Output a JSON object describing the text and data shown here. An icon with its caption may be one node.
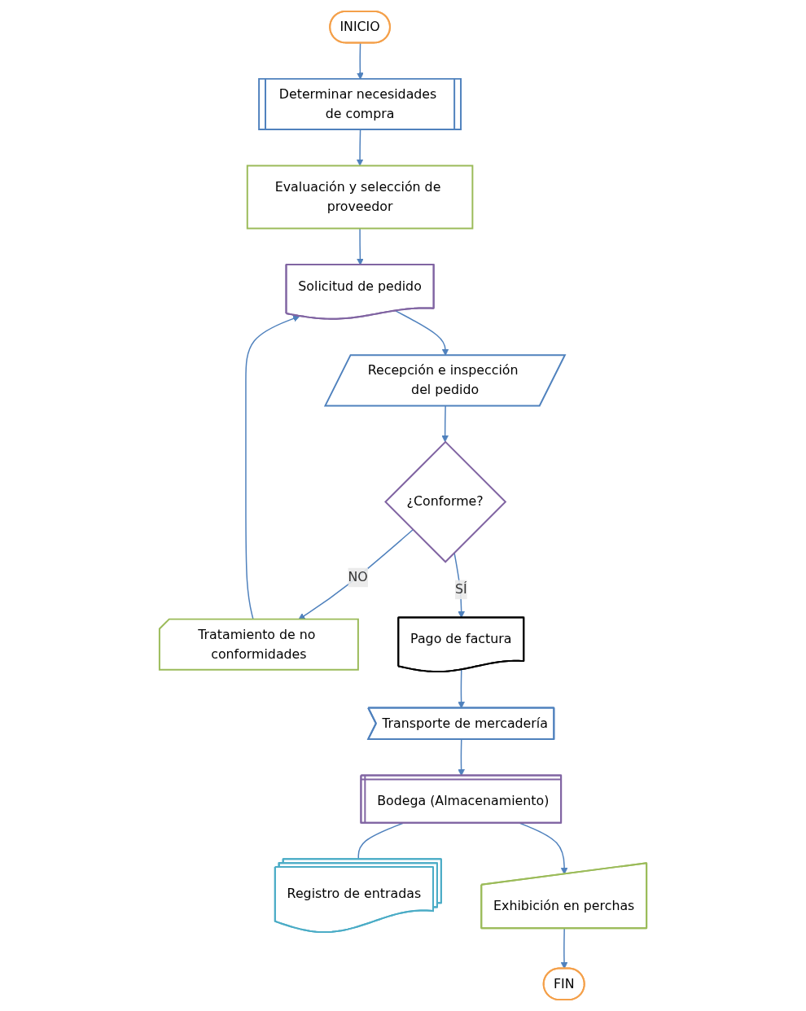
{
  "diagram": {
    "nodes": [
      {
        "text": [
          "INICIO"
        ]
      },
      {
        "text": [
          "Determinar necesidades de compra"
        ]
      },
      {
        "text": [
          "Evaluación y selección de proveedor"
        ]
      },
      {
        "text": [
          "Solicitud de pedido"
        ]
      },
      {
        "text": [
          "Recepción e inspección del pedido"
        ]
      },
      {
        "text": [
          "¿Conforme?"
        ]
      },
      {
        "text": [
          "Tratamiento de no conformidades"
        ]
      },
      {
        "text": [
          "Pago de factura"
        ]
      },
      {
        "text": [
          "Transporte de mercadería"
        ]
      },
      {
        "text": [
          "Bodega (Almacenamiento)"
        ]
      },
      {
        "text": [
          "Registro de entradas"
        ]
      },
      {
        "text": [
          "Exhibición en perchas"
        ]
      },
      {
        "text": [
          "FIN"
        ]
      }
    ],
    "edges": [
      {
        "from": 0,
        "to": 1,
        "arrow": "to"
      },
      {
        "from": 1,
        "to": 2,
        "arrow": "to"
      },
      {
        "from": 2,
        "to": 3,
        "arrow": "to"
      },
      {
        "from": 3,
        "to": 4,
        "arrow": "to"
      },
      {
        "from": 4,
        "to": 5,
        "arrow": "to"
      },
      {
        "from": 5,
        "to": 6,
        "arrow": "to",
        "label": "NO"
      },
      {
        "from": 6,
        "to": 3,
        "arrow": "to"
      },
      {
        "from": 5,
        "to": 7,
        "arrow": "to",
        "label": "SÍ"
      },
      {
        "from": 7,
        "to": 8,
        "arrow": "to"
      },
      {
        "from": 8,
        "to": 9,
        "arrow": "to"
      },
      {
        "from": 9,
        "to": 10,
        "arrow": "none"
      },
      {
        "from": 9,
        "to": 11,
        "arrow": "to"
      },
      {
        "from": 11,
        "to": 12,
        "arrow": "to"
      }
    ]
  }
}
